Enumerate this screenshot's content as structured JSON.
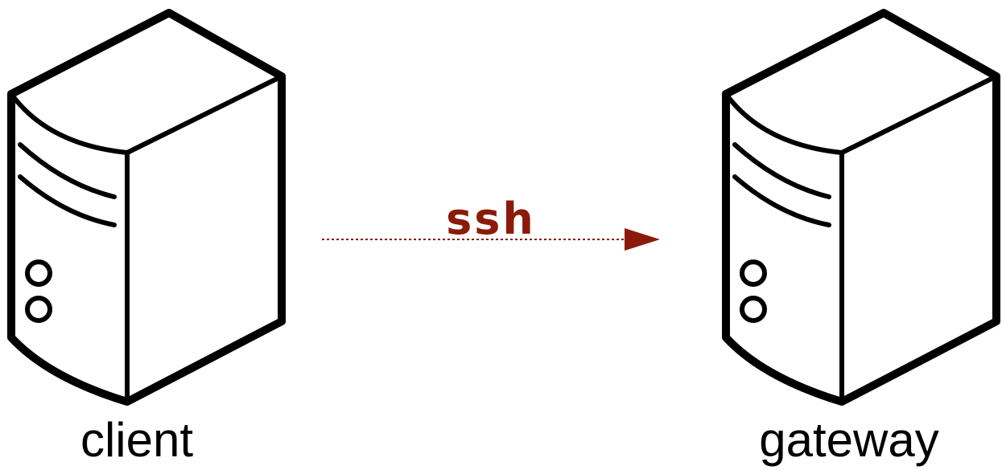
{
  "nodes": {
    "client": {
      "label": "client",
      "icon": "server-icon"
    },
    "gateway": {
      "label": "gateway",
      "icon": "server-icon"
    }
  },
  "connection": {
    "label": "ssh",
    "from": "client",
    "to": "gateway",
    "style": "dotted-arrow",
    "color": "#8b1a0a"
  },
  "colors": {
    "stroke": "#000000",
    "fill": "#ffffff",
    "accent": "#8b1a0a"
  }
}
